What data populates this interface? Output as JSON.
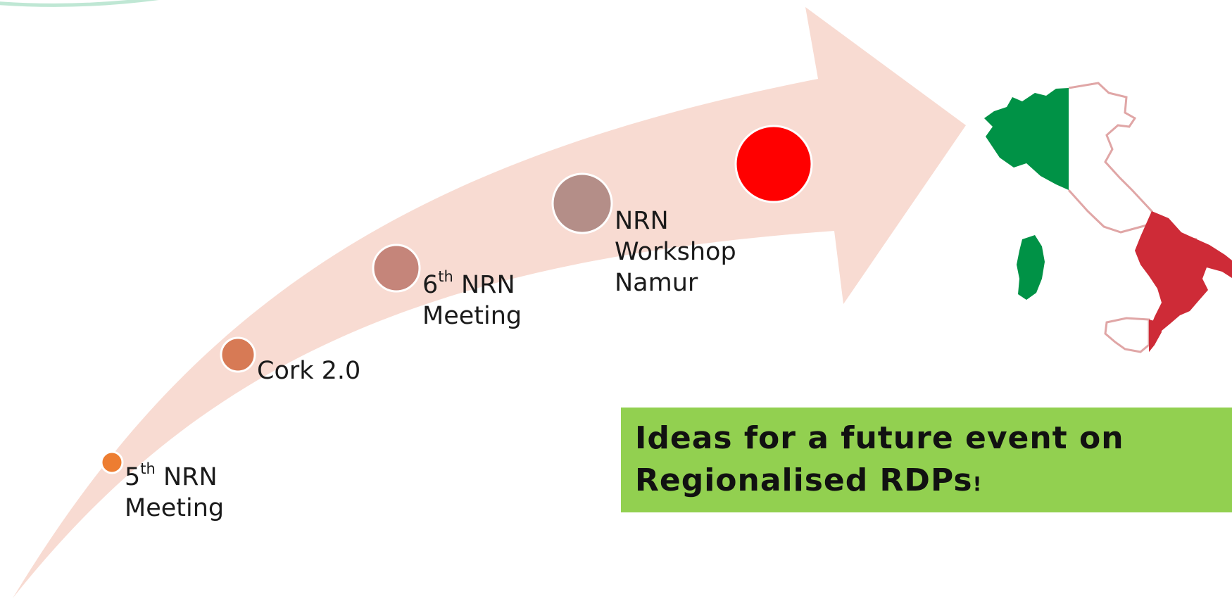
{
  "milestones": [
    {
      "name": "5th-nrn-meeting",
      "num": "5",
      "sup": "th",
      "line1": " NRN",
      "line2": "Meeting",
      "color": "#ed7d31"
    },
    {
      "name": "cork-2-0",
      "line1": "Cork 2.0",
      "color": "#d77a55"
    },
    {
      "name": "6th-nrn-meeting",
      "num": "6",
      "sup": "th",
      "line1": " NRN",
      "line2": "Meeting",
      "color": "#c5857a"
    },
    {
      "name": "nrn-workshop-namur",
      "line1": "NRN",
      "line2": "Workshop",
      "line3": "Namur",
      "color": "#b48e88"
    },
    {
      "name": "next-event",
      "color": "#ff0000"
    }
  ],
  "callout": {
    "text_main": "Ideas for a future event on Regionalised RDPs",
    "text_end": "!",
    "background": "#92d050"
  },
  "colors": {
    "arrow": "#f8dbd2",
    "flag_green": "#009246",
    "flag_red": "#ce2b37",
    "border_red": "#e0a6a6"
  }
}
